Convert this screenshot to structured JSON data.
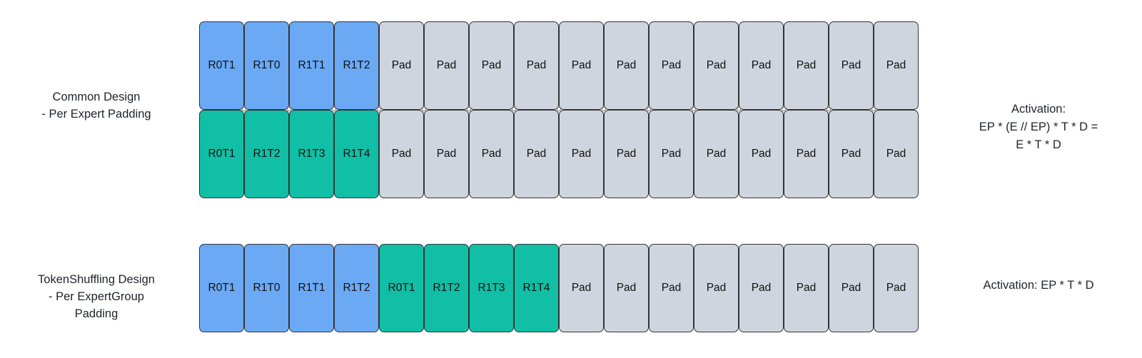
{
  "colors": {
    "token_blue": "#6BA9F5",
    "token_green": "#10BFA5",
    "pad_gray": "#CFD5DE",
    "cell_border": "#333333"
  },
  "diagram1": {
    "label": "Common Design\n- Per Expert Padding",
    "annotation": "Activation:\nEP * (E // EP) * T * D =\nE * T * D",
    "rows": [
      [
        {
          "label": "R0T1",
          "type": "blue"
        },
        {
          "label": "R1T0",
          "type": "blue"
        },
        {
          "label": "R1T1",
          "type": "blue"
        },
        {
          "label": "R1T2",
          "type": "blue"
        },
        {
          "label": "Pad",
          "type": "pad"
        },
        {
          "label": "Pad",
          "type": "pad"
        },
        {
          "label": "Pad",
          "type": "pad"
        },
        {
          "label": "Pad",
          "type": "pad"
        },
        {
          "label": "Pad",
          "type": "pad"
        },
        {
          "label": "Pad",
          "type": "pad"
        },
        {
          "label": "Pad",
          "type": "pad"
        },
        {
          "label": "Pad",
          "type": "pad"
        },
        {
          "label": "Pad",
          "type": "pad"
        },
        {
          "label": "Pad",
          "type": "pad"
        },
        {
          "label": "Pad",
          "type": "pad"
        },
        {
          "label": "Pad",
          "type": "pad"
        }
      ],
      [
        {
          "label": "R0T1",
          "type": "green"
        },
        {
          "label": "R1T2",
          "type": "green"
        },
        {
          "label": "R1T3",
          "type": "green"
        },
        {
          "label": "R1T4",
          "type": "green"
        },
        {
          "label": "Pad",
          "type": "pad"
        },
        {
          "label": "Pad",
          "type": "pad"
        },
        {
          "label": "Pad",
          "type": "pad"
        },
        {
          "label": "Pad",
          "type": "pad"
        },
        {
          "label": "Pad",
          "type": "pad"
        },
        {
          "label": "Pad",
          "type": "pad"
        },
        {
          "label": "Pad",
          "type": "pad"
        },
        {
          "label": "Pad",
          "type": "pad"
        },
        {
          "label": "Pad",
          "type": "pad"
        },
        {
          "label": "Pad",
          "type": "pad"
        },
        {
          "label": "Pad",
          "type": "pad"
        },
        {
          "label": "Pad",
          "type": "pad"
        }
      ]
    ]
  },
  "diagram2": {
    "label": "TokenShuffling Design\n- Per ExpertGroup\nPadding",
    "annotation": "Activation: EP * T * D",
    "rows": [
      [
        {
          "label": "R0T1",
          "type": "blue"
        },
        {
          "label": "R1T0",
          "type": "blue"
        },
        {
          "label": "R1T1",
          "type": "blue"
        },
        {
          "label": "R1T2",
          "type": "blue"
        },
        {
          "label": "R0T1",
          "type": "green"
        },
        {
          "label": "R1T2",
          "type": "green"
        },
        {
          "label": "R1T3",
          "type": "green"
        },
        {
          "label": "R1T4",
          "type": "green"
        },
        {
          "label": "Pad",
          "type": "pad"
        },
        {
          "label": "Pad",
          "type": "pad"
        },
        {
          "label": "Pad",
          "type": "pad"
        },
        {
          "label": "Pad",
          "type": "pad"
        },
        {
          "label": "Pad",
          "type": "pad"
        },
        {
          "label": "Pad",
          "type": "pad"
        },
        {
          "label": "Pad",
          "type": "pad"
        },
        {
          "label": "Pad",
          "type": "pad"
        }
      ]
    ]
  }
}
